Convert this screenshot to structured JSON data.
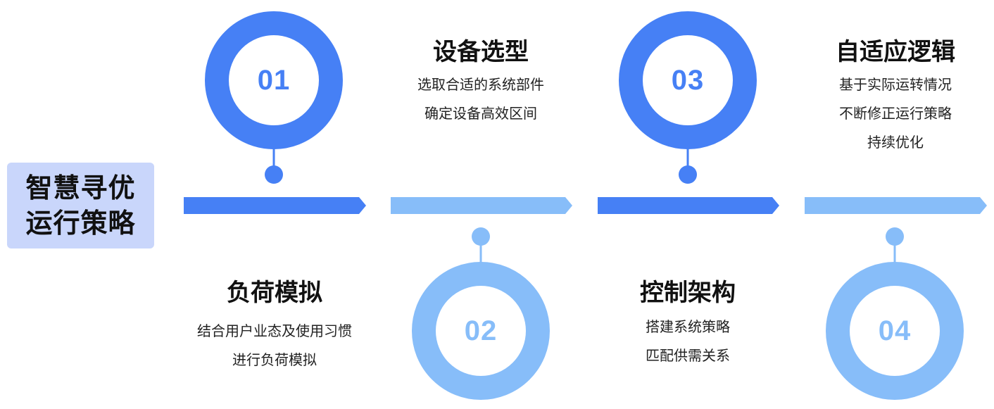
{
  "label_box": {
    "line1": "智慧寻优",
    "line2": "运行策略"
  },
  "steps": [
    {
      "number": "01",
      "title": "负荷模拟",
      "lines": [
        "结合用户业态及使用习惯",
        "进行负荷模拟"
      ]
    },
    {
      "number": "02",
      "title": "设备选型",
      "lines": [
        "选取合适的系统部件",
        "确定设备高效区间"
      ]
    },
    {
      "number": "03",
      "title": "控制架构",
      "lines": [
        "搭建系统策略",
        "匹配供需关系"
      ]
    },
    {
      "number": "04",
      "title": "自适应逻辑",
      "lines": [
        "基于实际运转情况",
        "不断修正运行策略",
        "持续优化"
      ]
    }
  ],
  "colors": {
    "dark_blue": "#4680f5",
    "light_blue": "#87bdf9",
    "label_bg": "#c9d6fb"
  }
}
